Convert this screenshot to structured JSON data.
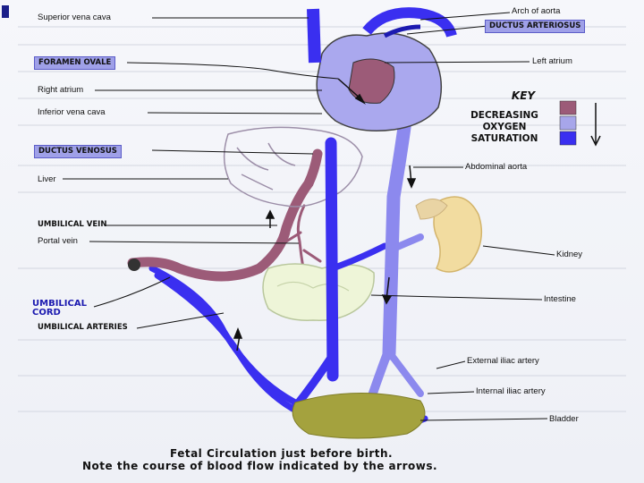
{
  "labels": {
    "superior_vena_cava": "Superior vena cava",
    "foramen_ovale": "FORAMEN OVALE",
    "right_atrium": "Right atrium",
    "inferior_vena_cava": "Inferior vena cava",
    "ductus_venosus": "DUCTUS VENOSUS",
    "liver": "Liver",
    "umbilical_vein": "UMBILICAL VEIN",
    "portal_vein": "Portal vein",
    "umbilical_cord": "UMBILICAL\nCORD",
    "umbilical_arteries": "UMBILICAL ARTERIES",
    "arch_of_aorta": "Arch of aorta",
    "ductus_arteriosus": "DUCTUS ARTERIOSUS",
    "left_atrium": "Left atrium",
    "abdominal_aorta": "Abdominal aorta",
    "kidney": "Kidney",
    "intestine": "Intestine",
    "external_iliac_artery": "External iliac artery",
    "internal_iliac_artery": "Internal iliac artery",
    "bladder": "Bladder"
  },
  "key": {
    "title": "KEY",
    "line1": "DECREASING",
    "line2": "OXYGEN",
    "line3": "SATURATION",
    "swatches": [
      "#9c5b78",
      "#a7a6ea",
      "#3a2ff0"
    ]
  },
  "caption": {
    "line1": "Fetal Circulation just before birth.",
    "line2": "Note the course of blood flow indicated by the arrows."
  },
  "colors": {
    "oxygen_rich": "#9c5b78",
    "mixed": "#a7a6ea",
    "oxygen_poor": "#3a2ff0",
    "label_box": "#9fa0e8"
  }
}
